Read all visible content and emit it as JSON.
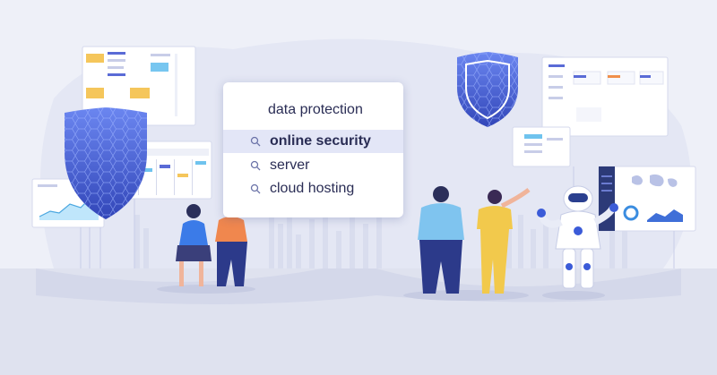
{
  "search": {
    "query": "data protection",
    "suggestions": [
      {
        "label": "online security",
        "highlighted": true
      },
      {
        "label": "server",
        "highlighted": false
      },
      {
        "label": "cloud hosting",
        "highlighted": false
      }
    ]
  },
  "colors": {
    "background": "#eef0f8",
    "floor": "#dfe2ef",
    "shield": "#4a63d8",
    "highlight": "#e3e6f7",
    "text": "#2a2d55"
  },
  "icons": [
    "search-icon",
    "shield-icon",
    "robot-figure"
  ]
}
